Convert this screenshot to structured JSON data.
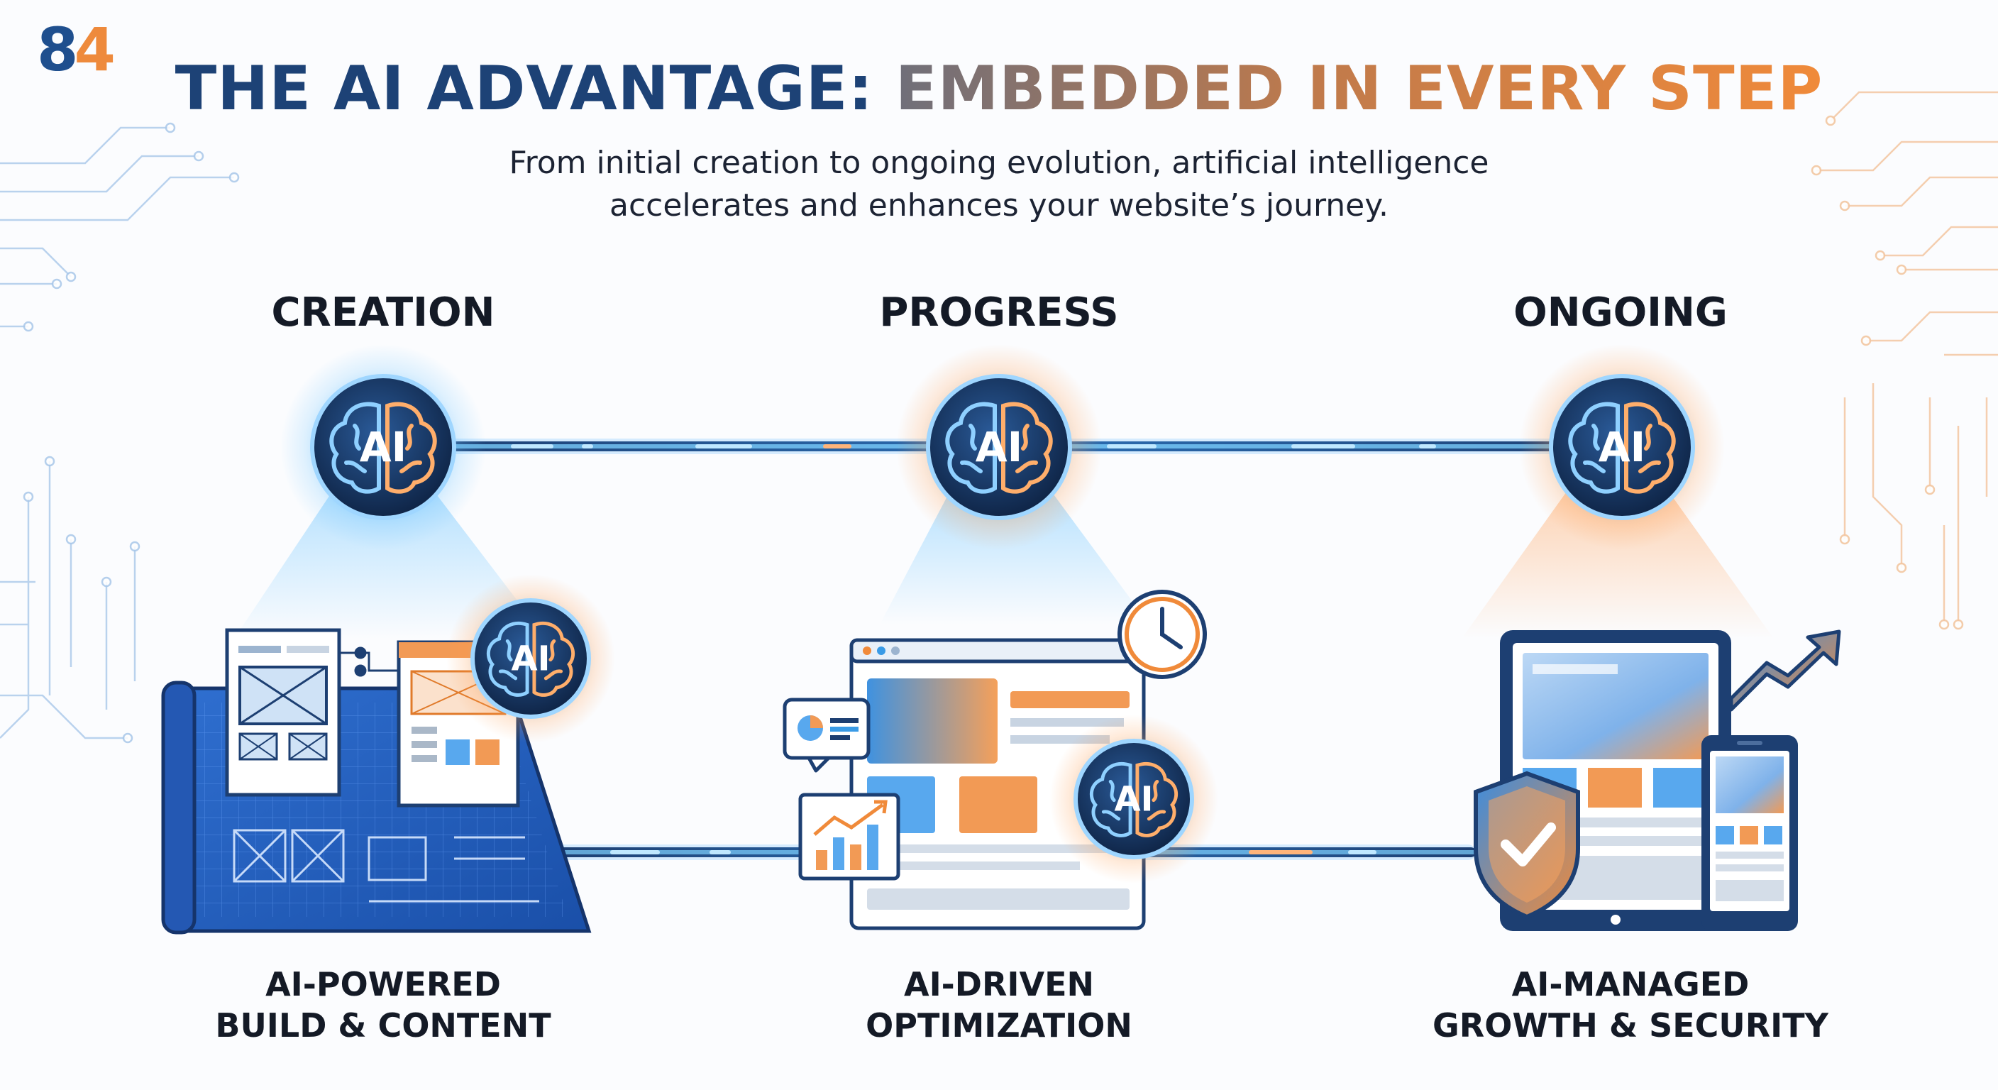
{
  "logo": {
    "main": "8",
    "accent": "4"
  },
  "header": {
    "title_part1": "THE AI ADVANTAGE:",
    "title_part2": "EMBEDDED IN EVERY STEP",
    "subtitle_line1": "From initial creation to ongoing evolution, artificial intelligence",
    "subtitle_line2": "accelerates and enhances your website’s journey."
  },
  "stages": [
    {
      "label": "CREATION",
      "badge": "AI",
      "caption_line1": "AI-POWERED",
      "caption_line2": "BUILD & CONTENT"
    },
    {
      "label": "PROGRESS",
      "badge": "AI",
      "caption_line1": "AI-DRIVEN",
      "caption_line2": "OPTIMIZATION"
    },
    {
      "label": "ONGOING",
      "badge": "AI",
      "caption_line1": "AI-MANAGED",
      "caption_line2": "GROWTH & SECURITY"
    }
  ],
  "icons": {
    "brain": "brain-icon",
    "blueprint": "blueprint-icon",
    "browser": "browser-window-icon",
    "clock": "clock-icon",
    "chart": "bar-chart-icon",
    "shield": "shield-check-icon",
    "devices": "devices-icon",
    "trend": "trend-arrow-icon"
  },
  "colors": {
    "navy": "#1d3f72",
    "orange": "#f08a3a",
    "blue": "#3a9be6",
    "glow_blue": "#4fb6ff",
    "text_dark": "#141a26"
  }
}
